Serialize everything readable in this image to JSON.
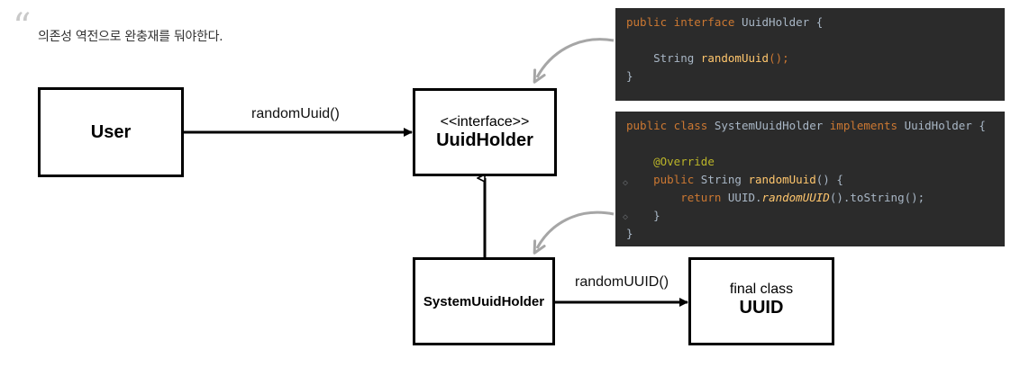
{
  "quote": {
    "mark": "“",
    "text": "의존성 역전으로 완충재를 둬야한다."
  },
  "nodes": {
    "user": {
      "title": "User"
    },
    "uuid_holder": {
      "stereotype": "<<interface>>",
      "title": "UuidHolder"
    },
    "system_uuid_holder": {
      "title": "SystemUuidHolder"
    },
    "uuid": {
      "stereotype": "final class",
      "title": "UUID"
    }
  },
  "edges": {
    "user_to_holder": "randomUuid()",
    "system_to_uuid": "randomUUID()"
  },
  "code_interface": {
    "line1_kw": "public interface ",
    "line1_name": "UuidHolder {",
    "line2_type": "String ",
    "line2_fn": "randomUuid",
    "line2_rest": "();",
    "line3": "}"
  },
  "code_class": {
    "line1_kw": "public class ",
    "line1_name": "SystemUuidHolder ",
    "line1_kw2": "implements ",
    "line1_iface": "UuidHolder {",
    "annotation": "@Override",
    "sig_kw": "public ",
    "sig_type": "String ",
    "sig_fn": "randomUuid",
    "sig_rest": "() {",
    "ret_kw": "return ",
    "ret_cls": "UUID.",
    "ret_fn": "randomUUID",
    "ret_rest": "().toString();",
    "close_method": "}",
    "close_class": "}"
  },
  "colors": {
    "code_bg": "#2b2b2b",
    "keyword": "#cc7832",
    "function": "#ffc66d",
    "annotation": "#bbb529",
    "plain": "#a9b7c6",
    "callout_arrow": "#a6a6a6"
  }
}
